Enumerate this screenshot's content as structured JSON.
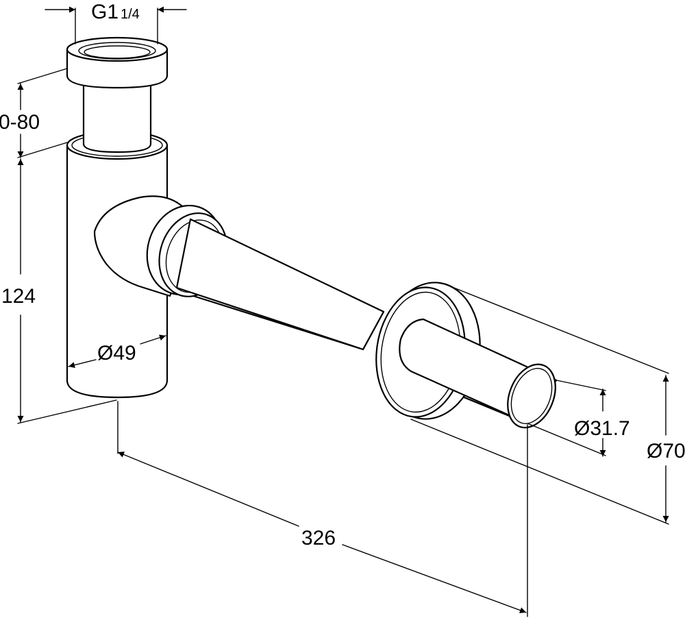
{
  "dimensions": {
    "thread_main": "G1",
    "thread_fraction": "1/4",
    "adjust_range": "0-80",
    "height": "124",
    "body_diameter": "Ø49",
    "length": "326",
    "pipe_diameter": "Ø31.7",
    "rosette_diameter": "Ø70"
  },
  "colors": {
    "line": "#000000",
    "background": "#ffffff"
  }
}
